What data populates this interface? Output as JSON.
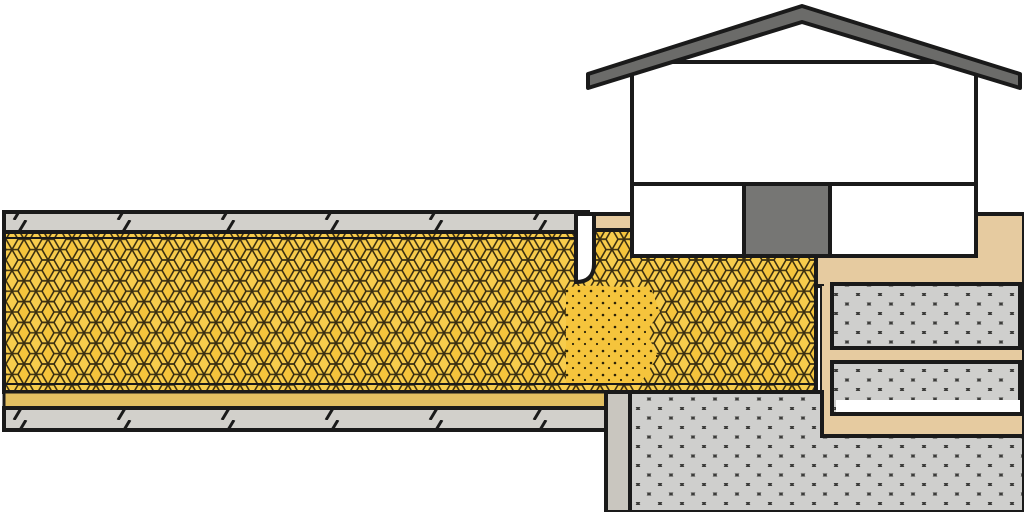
{
  "colors": {
    "outline": "#1a1a1a",
    "roof": "#6b6b69",
    "house_wall": "#ffffff",
    "door": "#767674",
    "soil_tan": "#e6cba0",
    "insulation_yellow": "#f5c43c",
    "insulation_dots": "#2a2208",
    "gravel_gray": "#c8c8c6",
    "gravel_cells": "#4a4a48",
    "pipe_wall": "#d2d0cb",
    "sky": "#ffffff"
  },
  "layers": [
    "roof",
    "house-wall",
    "door",
    "foundation-soil",
    "insulated-pipe",
    "pipe-wall-top",
    "pipe-wall-bottom",
    "gravel-bed",
    "drainage-channel"
  ],
  "icons": {
    "house": "house-icon"
  }
}
